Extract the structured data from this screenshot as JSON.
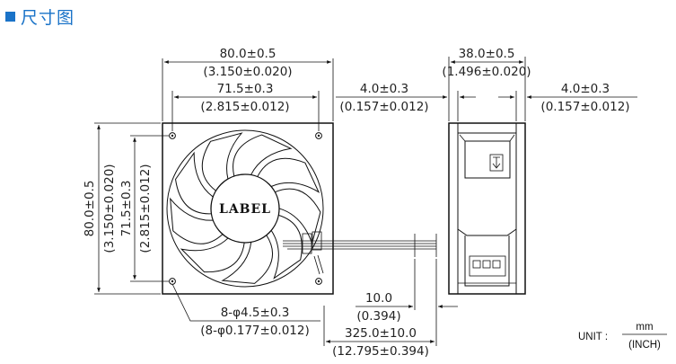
{
  "header": {
    "title": "尺寸图",
    "accent_color": "#1a73c8"
  },
  "fan": {
    "label": "LABEL"
  },
  "dims": {
    "top_outer": {
      "mm": "80.0±0.5",
      "inch": "(3.150±0.020)"
    },
    "top_inner": {
      "mm": "71.5±0.3",
      "inch": "(2.815±0.012)"
    },
    "left_outer": {
      "mm": "80.0±0.5",
      "inch": "(3.150±0.020)"
    },
    "left_inner": {
      "mm": "71.5±0.3",
      "inch": "(2.815±0.012)"
    },
    "depth": {
      "mm": "38.0±0.5",
      "inch": "(1.496±0.020)"
    },
    "flange_left": {
      "mm": "4.0±0.3",
      "inch": "(0.157±0.012)"
    },
    "flange_right": {
      "mm": "4.0±0.3",
      "inch": "(0.157±0.012)"
    },
    "holes": {
      "mm": "8-φ4.5±0.3",
      "inch": "(8-φ0.177±0.012)"
    },
    "strip": {
      "mm": "10.0",
      "inch": "(0.394)"
    },
    "lead": {
      "mm": "325.0±10.0",
      "inch": "(12.795±0.394)"
    }
  },
  "unit": {
    "prefix": "UNIT :",
    "numerator": "mm",
    "denominator": "(INCH)"
  }
}
